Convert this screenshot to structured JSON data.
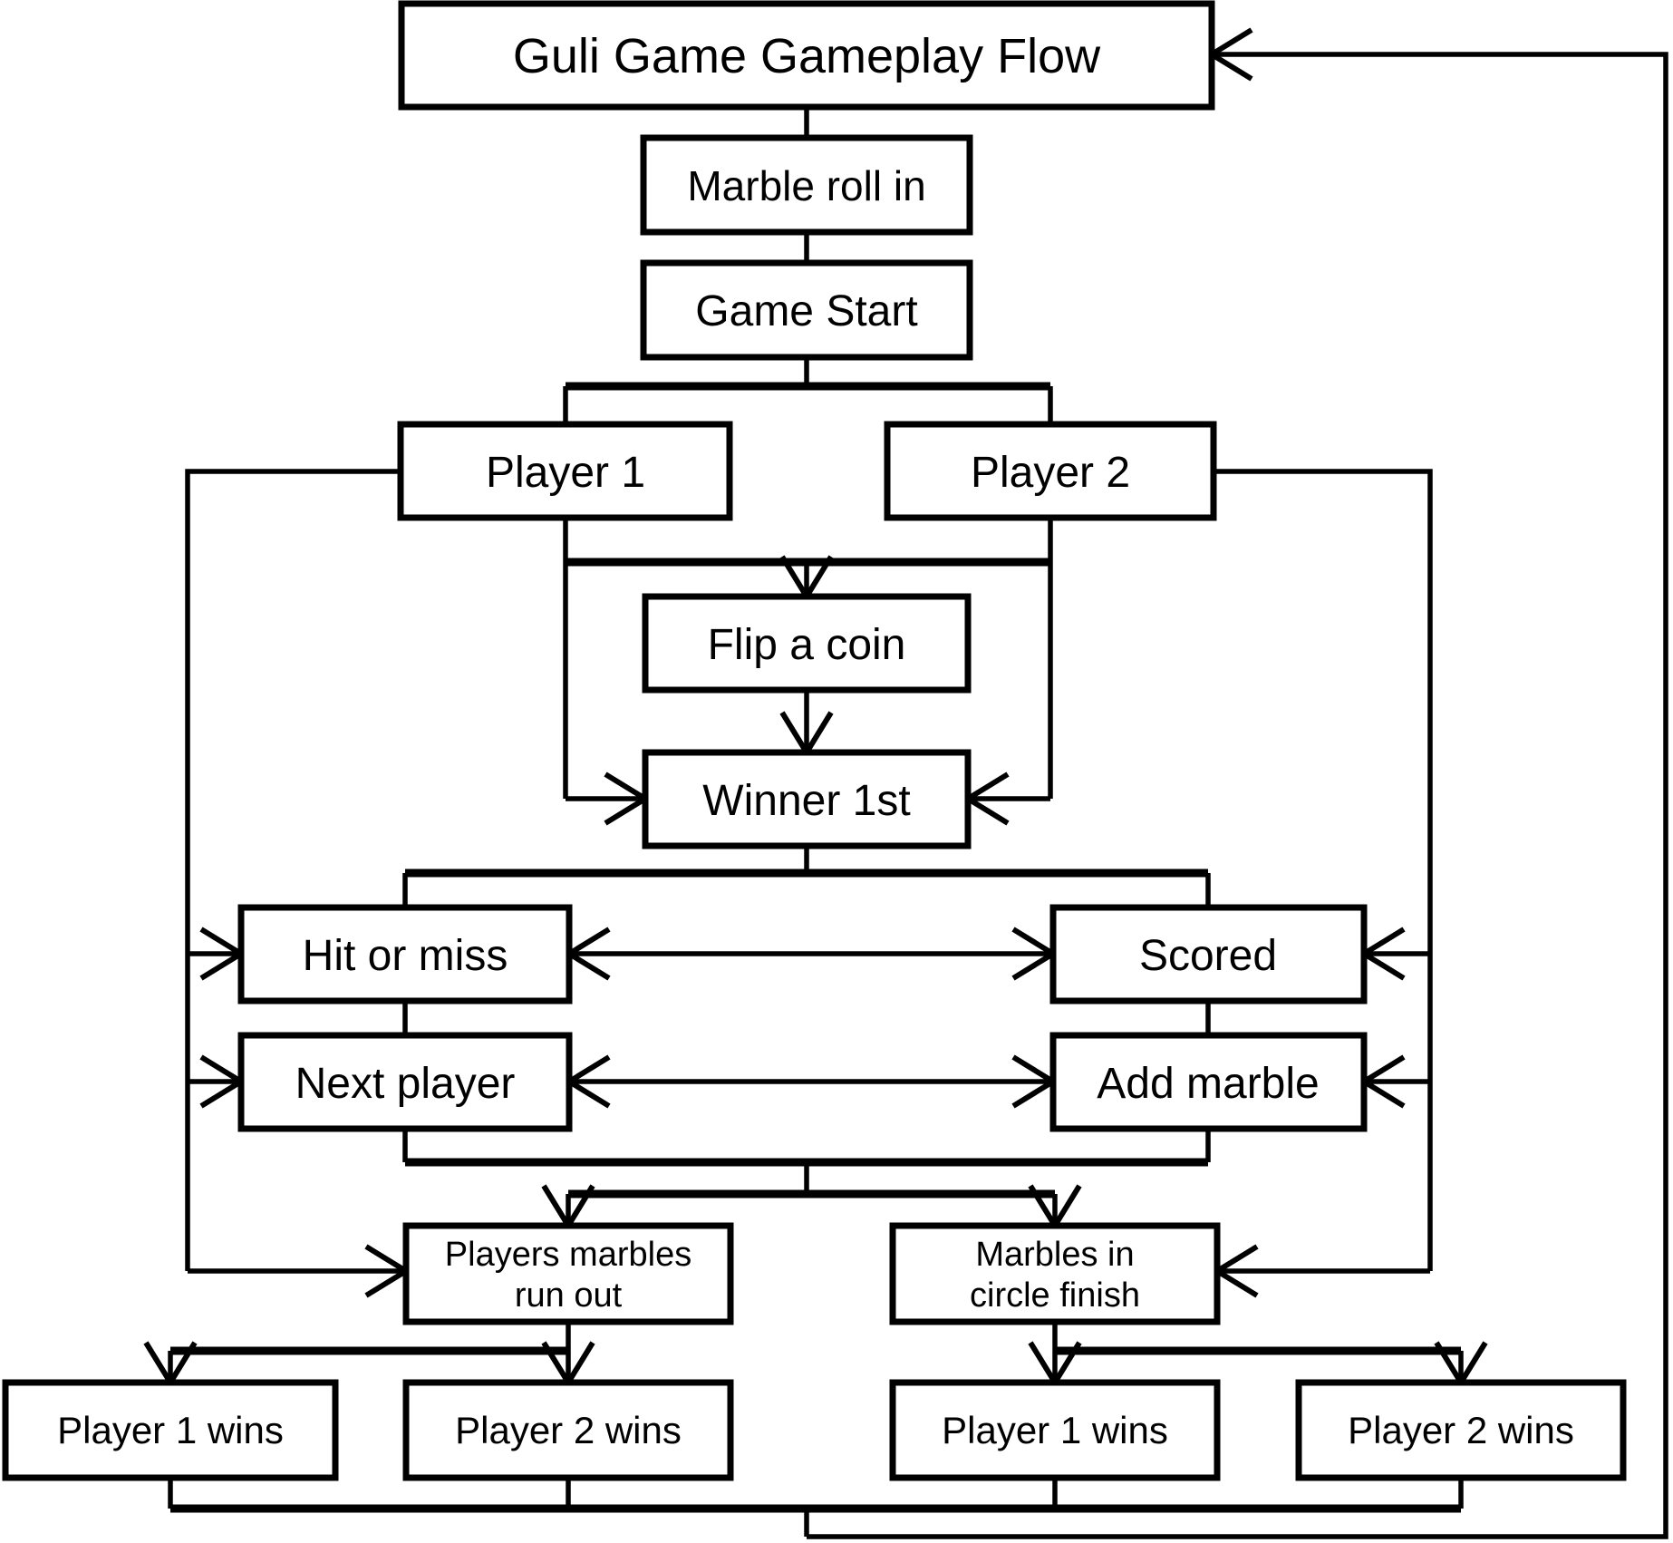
{
  "diagram": {
    "title": "Guli Game Gameplay Flow",
    "type": "flowchart",
    "colors": {
      "background": "#ffffff",
      "stroke": "#000000",
      "box_fill": "#ffffff"
    },
    "nodes": {
      "start_title": {
        "label": "Guli Game Gameplay Flow"
      },
      "marble_roll_in": {
        "label": "Marble roll in"
      },
      "game_start": {
        "label": "Game Start"
      },
      "player1": {
        "label": "Player 1"
      },
      "player2": {
        "label": "Player 2"
      },
      "flip_coin": {
        "label": "Flip a coin"
      },
      "winner_1st": {
        "label": "Winner 1st"
      },
      "hit_or_miss": {
        "label": "Hit or miss"
      },
      "scored": {
        "label": "Scored"
      },
      "next_player": {
        "label": "Next player"
      },
      "add_marble": {
        "label": "Add marble"
      },
      "marbles_run_out": {
        "line1": "Players marbles",
        "line2": "run out"
      },
      "marbles_circle_finish": {
        "line1": "Marbles in",
        "line2": "circle finish"
      },
      "p1_wins_left": {
        "label": "Player 1 wins"
      },
      "p2_wins_left": {
        "label": "Player 2 wins"
      },
      "p1_wins_right": {
        "label": "Player 1 wins"
      },
      "p2_wins_right": {
        "label": "Player 2 wins"
      }
    }
  }
}
